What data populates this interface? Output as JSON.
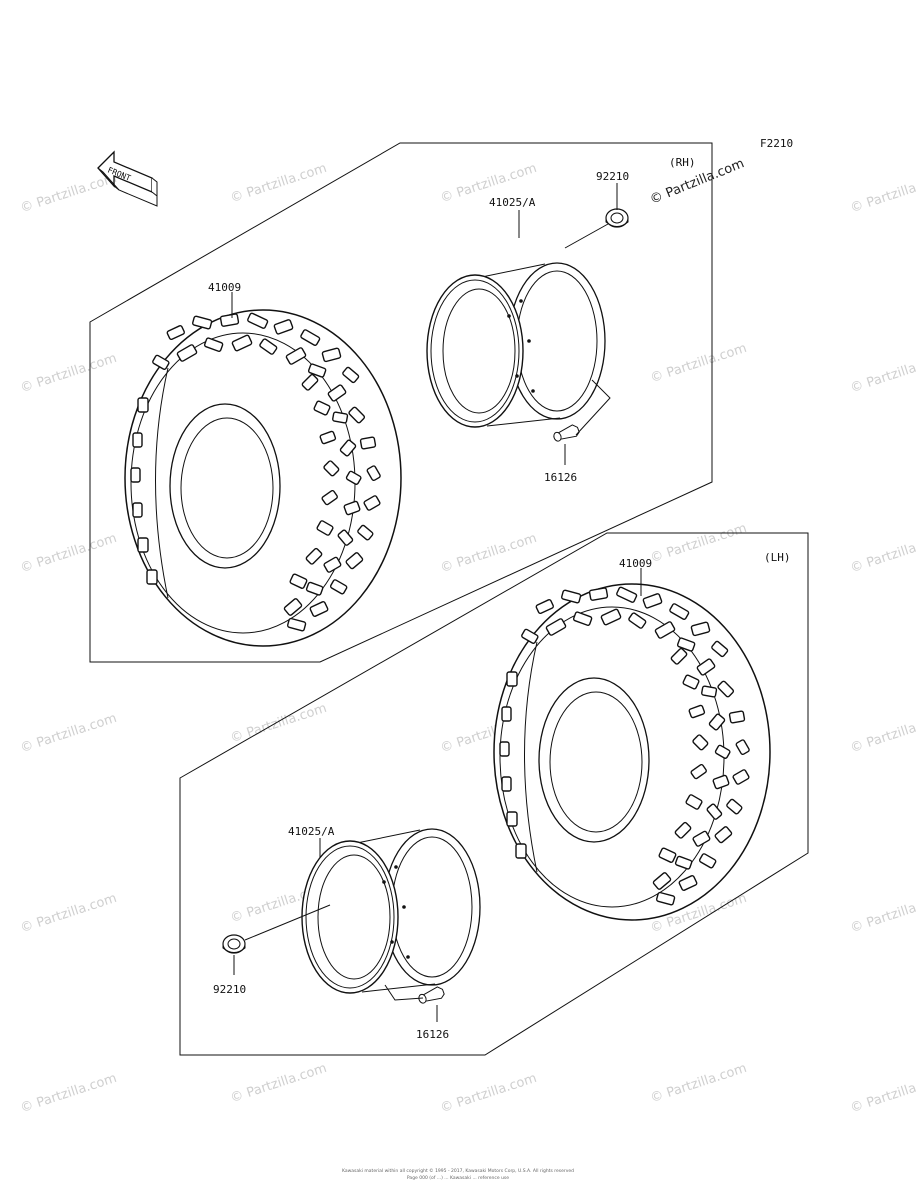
{
  "page": {
    "ref_code": "F2210",
    "front_label": "FRONT",
    "watermark": "© Partzilla.com",
    "footer_line1": "Kawasaki material within all copyright © 1995 - 2017, Kawasaki Motors Corp, U.S.A. All rights reserved",
    "footer_line2": "Page 000 (of ...) ... Kawasaki ... reference use"
  },
  "panels": [
    {
      "side": "(RH)",
      "parts": {
        "tire": "41009",
        "wheel": "41025/A",
        "nut": "92210",
        "valve": "16126"
      }
    },
    {
      "side": "(LH)",
      "parts": {
        "tire": "41009",
        "wheel": "41025/A",
        "nut": "92210",
        "valve": "16126"
      }
    }
  ]
}
